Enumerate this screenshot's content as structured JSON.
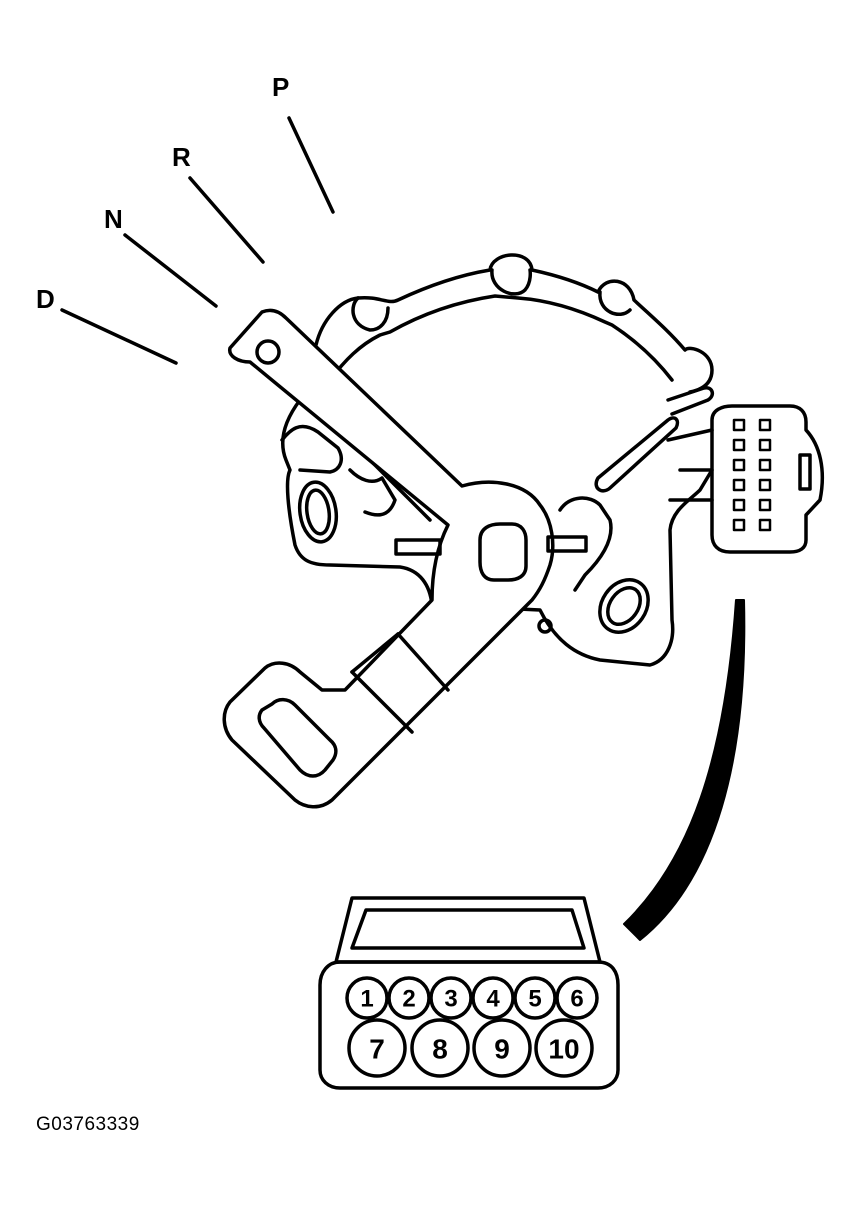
{
  "gear_positions": [
    {
      "id": "P",
      "label": "P"
    },
    {
      "id": "R",
      "label": "R"
    },
    {
      "id": "N",
      "label": "N"
    },
    {
      "id": "D",
      "label": "D"
    }
  ],
  "connector": {
    "pins": [
      "1",
      "2",
      "3",
      "4",
      "5",
      "6",
      "7",
      "8",
      "9",
      "10"
    ]
  },
  "figure_id": "G03763339"
}
